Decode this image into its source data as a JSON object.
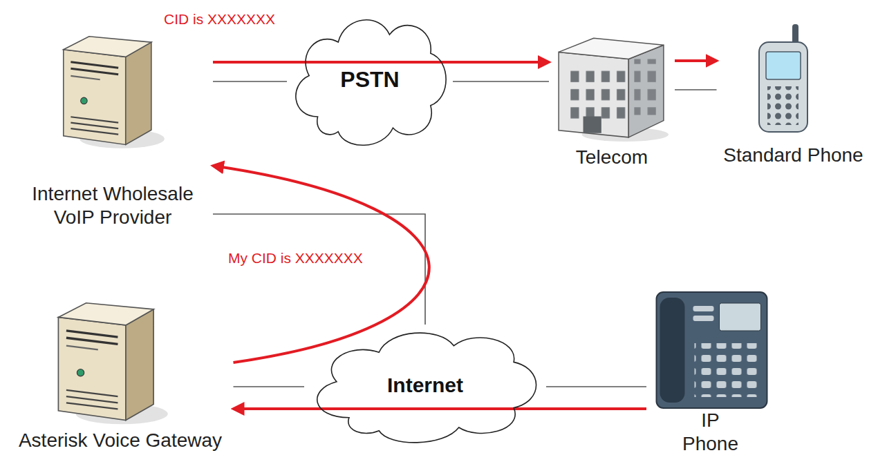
{
  "diagram": {
    "nodes": [
      {
        "text": [
          "Internet Wholesale VoIP Provider"
        ]
      },
      {
        "text": [
          "PSTN"
        ]
      },
      {
        "text": [
          "Telecom"
        ]
      },
      {
        "text": [
          "Standard Phone"
        ]
      },
      {
        "text": [
          "Asterisk Voice Gateway"
        ]
      },
      {
        "text": [
          "Internet"
        ]
      },
      {
        "text": [
          "IP Phone"
        ]
      }
    ],
    "edges": [
      {
        "from": 0,
        "to": 1,
        "arrow": "none"
      },
      {
        "from": 1,
        "to": 2,
        "arrow": "none"
      },
      {
        "from": 2,
        "to": 3,
        "arrow": "none"
      },
      {
        "from": 0,
        "to": 5,
        "arrow": "none"
      },
      {
        "from": 4,
        "to": 5,
        "arrow": "none"
      },
      {
        "from": 5,
        "to": 6,
        "arrow": "none"
      },
      {
        "from": 0,
        "to": 2,
        "label": "CID is XXXXXXX",
        "arrow": "to"
      },
      {
        "from": 2,
        "to": 3,
        "arrow": "to"
      },
      {
        "from": 6,
        "to": 4,
        "arrow": "to"
      },
      {
        "from": 4,
        "to": 0,
        "label": "My CID is XXXXXXX",
        "arrow": "to"
      }
    ]
  }
}
